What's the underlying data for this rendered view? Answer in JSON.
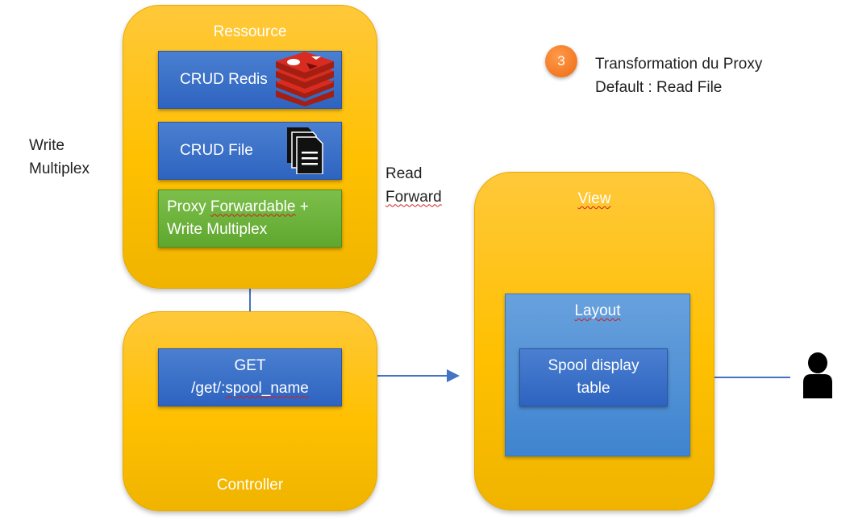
{
  "legend": {
    "badge_number": "3",
    "line1": "Transformation du Proxy",
    "line2": "Default : Read File"
  },
  "ressource": {
    "title": "Ressource",
    "crud_redis": "CRUD Redis",
    "crud_file": "CRUD File",
    "proxy_line1_prefix": "Proxy ",
    "proxy_line1_word": "Forwardable",
    "proxy_line1_suffix": " +",
    "proxy_line2": "Write Multiplex"
  },
  "labels": {
    "write_1": "Write",
    "write_2": "Multiplex",
    "read_1": "Read",
    "read_2": "Forward"
  },
  "controller": {
    "title": "Controller",
    "get_line1": "GET",
    "get_line2_prefix": "/get/:",
    "get_line2_word": "spool_name"
  },
  "view": {
    "title": "View",
    "layout_title": "Layout",
    "spool_line1": "Spool display",
    "spool_line2": "table"
  },
  "icons": {
    "redis": "redis-logo-icon",
    "file": "documents-icon",
    "user": "user-icon"
  },
  "colors": {
    "group": "#ffc000",
    "box_blue": "#2e64c0",
    "box_green": "#5fa72f",
    "badge": "#ed7d31",
    "arrow": "#4472c4"
  }
}
